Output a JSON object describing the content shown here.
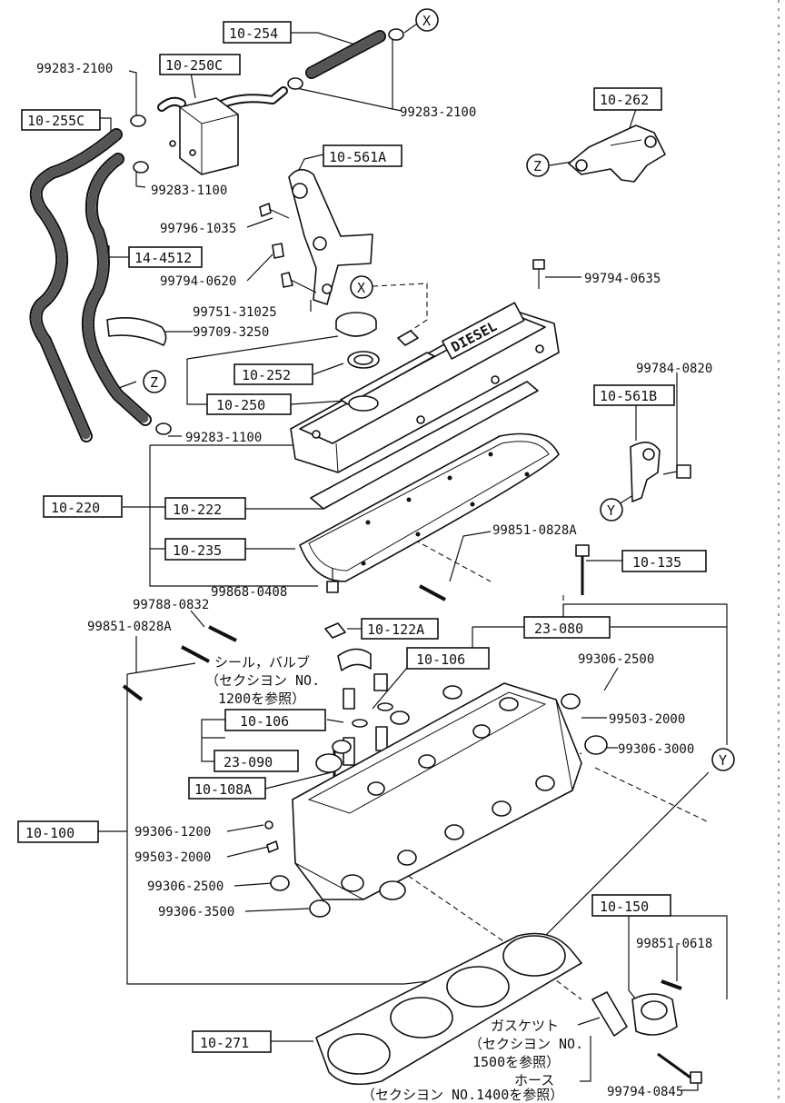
{
  "ref_boxes": [
    "10-254",
    "10-250C",
    "10-255C",
    "10-262",
    "10-561A",
    "14-4512",
    "10-252",
    "10-250",
    "10-561B",
    "10-220",
    "10-222",
    "10-235",
    "10-135",
    "10-122A",
    "23-080",
    "10-106",
    "10-106",
    "23-090",
    "10-108A",
    "10-100",
    "10-150",
    "10-271"
  ],
  "part_numbers": [
    "99283-2100",
    "99283-2100",
    "99283-1100",
    "99796-1035",
    "99794-0620",
    "99794-0635",
    "99751-31025",
    "99709-3250",
    "99283-1100",
    "99784-0820",
    "99851-0828A",
    "99868-0408",
    "99788-0832",
    "99851-0828A",
    "99306-2500",
    "99503-2000",
    "99306-3000",
    "99306-1200",
    "99503-2000",
    "99306-2500",
    "99306-3500",
    "99851-0618",
    "99794-0845"
  ],
  "callouts": [
    "X",
    "X",
    "Z",
    "Z",
    "Y",
    "Y"
  ],
  "notes": {
    "valve_seal_1": "シール，バルブ",
    "valve_seal_2": "（セクシヨン NO.",
    "valve_seal_3": "1200を参照）",
    "gasket_1": "ガスケツト",
    "gasket_2": "（セクシヨン NO.",
    "gasket_3": "1500を参照）",
    "hose_1": "ホース",
    "hose_2": "（セクシヨン NO.1400を参照）"
  },
  "cover_text": "DIESEL"
}
